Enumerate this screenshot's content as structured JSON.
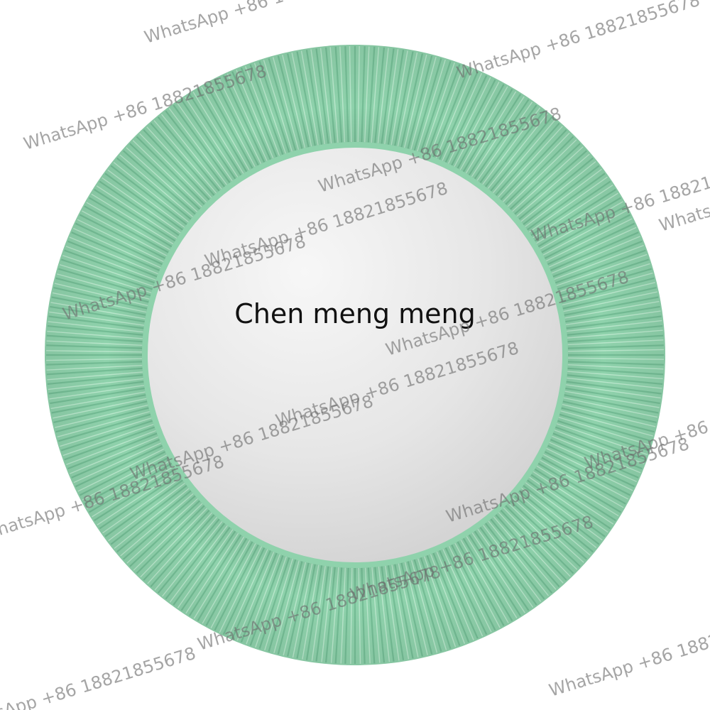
{
  "photo": {
    "caption": "Chen meng meng",
    "subject": "round-mirror-icon",
    "frame_color": "#8fd2ac",
    "frame_shadow_color": "#6bb58e",
    "frame_highlight_color": "#c4ecd4",
    "glass_light_color": "#f7f7f7",
    "glass_dark_color": "#cfcfcf"
  },
  "watermarks": [
    {
      "text": "WhatsApp +86 18821855678"
    },
    {
      "text": "WhatsApp +86 18821855678"
    },
    {
      "text": "WhatsApp +86 18821855678"
    },
    {
      "text": "WhatsApp +86 18821855678"
    },
    {
      "text": "WhatsApp +86 18821855678"
    },
    {
      "text": "WhatsApp +86 18821855678"
    },
    {
      "text": "WhatsApp +86 18821855678"
    },
    {
      "text": "WhatsApp +86 18821855678"
    },
    {
      "text": "WhatsApp +86 18821855678"
    },
    {
      "text": "WhatsApp +86 18821855678"
    },
    {
      "text": "WhatsApp +86 18821855678"
    },
    {
      "text": "WhatsApp +86 18821855678"
    },
    {
      "text": "WhatsApp +86 18821855678"
    },
    {
      "text": "WhatsApp +86 18821855678"
    },
    {
      "text": "WhatsApp +86 18821855678"
    },
    {
      "text": "WhatsApp +86 18821855678"
    },
    {
      "text": "WhatsApp +86 18821855678"
    },
    {
      "text": "WhatsApp +86 18821855678"
    }
  ]
}
